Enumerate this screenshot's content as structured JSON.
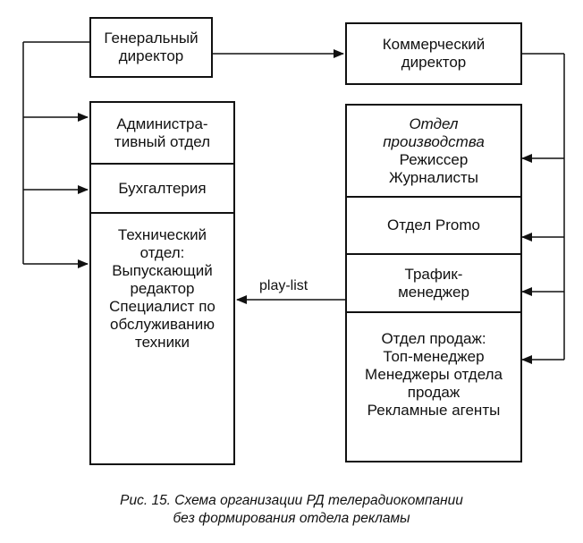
{
  "boxes": {
    "gen_director": [
      "Генеральный",
      "директор"
    ],
    "com_director": [
      "Коммерческий",
      "директор"
    ],
    "admin_dept": [
      "Администра-",
      "тивный отдел"
    ],
    "accounting": "Бухгалтерия",
    "technical_dept": [
      "Технический",
      "отдел:",
      "Выпускающий",
      "редактор",
      "Специалист по",
      "обслуживанию",
      "техники"
    ],
    "production_dept": {
      "title": [
        "Отдел",
        "производства"
      ],
      "members": [
        "Режиссер",
        "Журналисты"
      ]
    },
    "promo_dept": "Отдел Promo",
    "traffic_manager": [
      "Трафик-",
      "менеджер"
    ],
    "sales_dept": [
      "Отдел продаж:",
      "Топ-менеджер",
      "Менеджеры отдела",
      "продаж",
      "Рекламные агенты"
    ]
  },
  "edge_labels": {
    "playlist": "play-list"
  },
  "caption": [
    "Рис. 15. Схема организации РД телерадиокомпании",
    "без формирования отдела рекламы"
  ]
}
